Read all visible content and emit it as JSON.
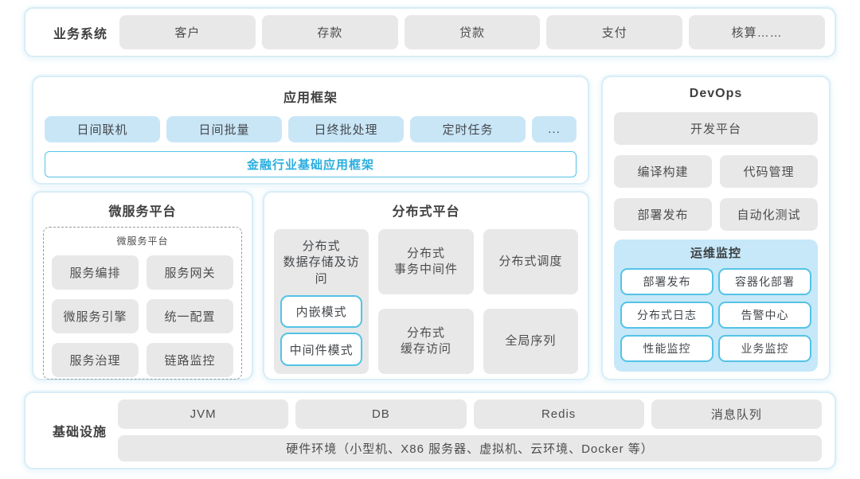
{
  "colors": {
    "panel_border": "#d8edf6",
    "box_gray": "#e8e8e8",
    "box_blue": "#c9e6f7",
    "monitor_bg": "#c6e8f8",
    "accent_cyan_border": "#54c3e6",
    "accent_cyan_text": "#29aede",
    "text": "#4d4d4d"
  },
  "business": {
    "label": "业务系统",
    "items": [
      "客户",
      "存款",
      "贷款",
      "支付",
      "核算……"
    ]
  },
  "app_framework": {
    "title": "应用框架",
    "modules": [
      "日间联机",
      "日间批量",
      "日终批处理",
      "定时任务",
      "..."
    ],
    "base_framework": "金融行业基础应用框架"
  },
  "microservice": {
    "title": "微服务平台",
    "inner_title": "微服务平台",
    "items": [
      "服务编排",
      "服务网关",
      "微服务引擎",
      "统一配置",
      "服务治理",
      "链路监控"
    ]
  },
  "distributed": {
    "title": "分布式平台",
    "storage": {
      "title_line1": "分布式",
      "title_line2": "数据存储及访问",
      "modes": [
        "内嵌模式",
        "中间件模式"
      ]
    },
    "transaction_line1": "分布式",
    "transaction_line2": "事务中间件",
    "scheduler": "分布式调度",
    "cache_line1": "分布式",
    "cache_line2": "缓存访问",
    "sequence": "全局序列"
  },
  "devops": {
    "title": "DevOps",
    "platform": "开发平台",
    "tools": [
      "编译构建",
      "代码管理",
      "部署发布",
      "自动化测试"
    ],
    "monitoring": {
      "title": "运维监控",
      "items": [
        "部署发布",
        "容器化部署",
        "分布式日志",
        "告警中心",
        "性能监控",
        "业务监控"
      ]
    }
  },
  "infrastructure": {
    "label": "基础设施",
    "items": [
      "JVM",
      "DB",
      "Redis",
      "消息队列"
    ],
    "hardware": "硬件环境（小型机、X86 服务器、虚拟机、云环境、Docker 等）"
  }
}
